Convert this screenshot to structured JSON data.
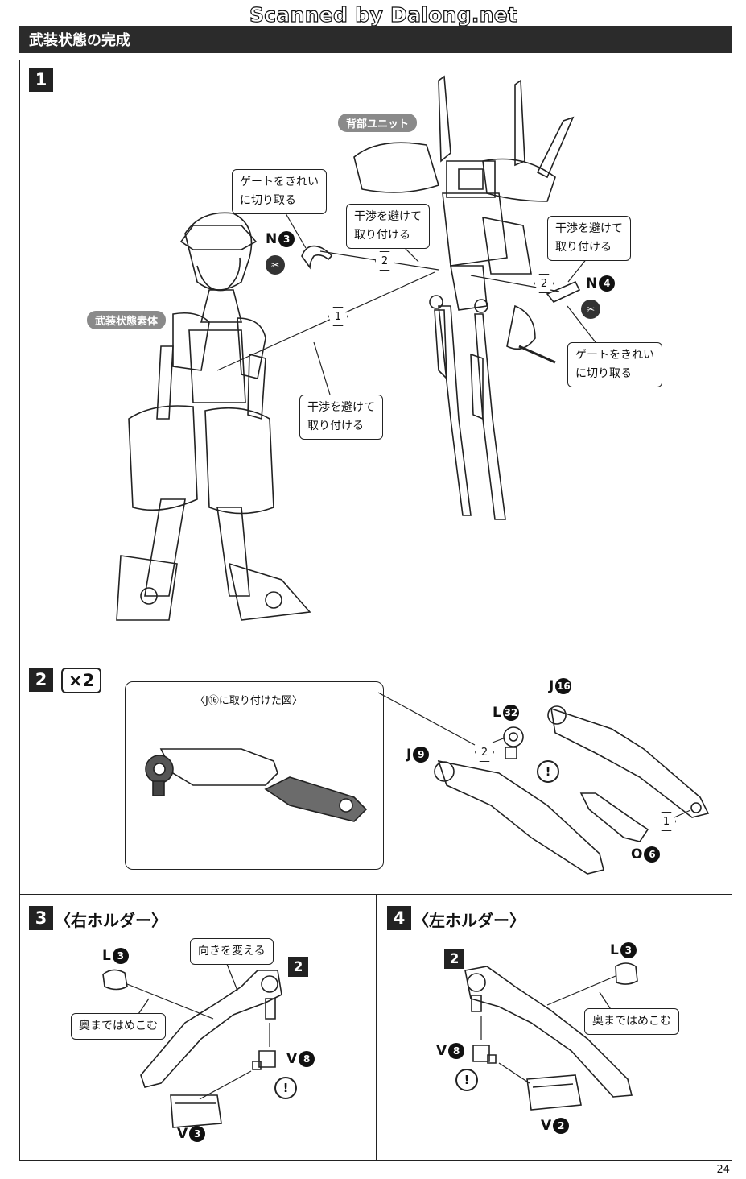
{
  "watermark": "Scanned by Dalong.net",
  "section_title": "武装状態の完成",
  "page_number": "24",
  "step1": {
    "number": "1",
    "label_back_unit": "背部ユニット",
    "label_body": "武装状態素体",
    "note_gate_left": [
      "ゲートをきれい",
      "に切り取る"
    ],
    "note_interfere_top": [
      "干渉を避けて",
      "取り付ける"
    ],
    "note_interfere_right": [
      "干渉を避けて",
      "取り付ける"
    ],
    "note_gate_right": [
      "ゲートをきれい",
      "に切り取る"
    ],
    "note_interfere_bottom": [
      "干渉を避けて",
      "取り付ける"
    ],
    "part_n3": {
      "letter": "N",
      "num": "3"
    },
    "part_n4": {
      "letter": "N",
      "num": "4"
    },
    "order_1": "1",
    "order_2a": "2",
    "order_2b": "2",
    "nipper_icon": "nipper-icon"
  },
  "step2": {
    "number": "2",
    "multiplier": "×2",
    "inset_caption": "〈J⑯に取り付けた図〉",
    "part_j16": {
      "letter": "J",
      "num": "16"
    },
    "part_l32": {
      "letter": "L",
      "num": "32"
    },
    "part_j9": {
      "letter": "J",
      "num": "9"
    },
    "part_o6": {
      "letter": "O",
      "num": "6"
    },
    "order_2": "2",
    "order_1": "1",
    "warn": "!"
  },
  "step3": {
    "number": "3",
    "title": "〈右ホルダー〉",
    "part_l3": {
      "letter": "L",
      "num": "3"
    },
    "note_turn": "向きを変える",
    "note_push": "奥まではめこむ",
    "ref_step": "2",
    "part_v8": {
      "letter": "V",
      "num": "8"
    },
    "part_v3": {
      "letter": "V",
      "num": "3"
    },
    "warn": "!"
  },
  "step4": {
    "number": "4",
    "title": "〈左ホルダー〉",
    "ref_step": "2",
    "part_l3": {
      "letter": "L",
      "num": "3"
    },
    "note_push": "奥まではめこむ",
    "part_v8": {
      "letter": "V",
      "num": "8"
    },
    "part_v2": {
      "letter": "V",
      "num": "2"
    },
    "warn": "!"
  }
}
